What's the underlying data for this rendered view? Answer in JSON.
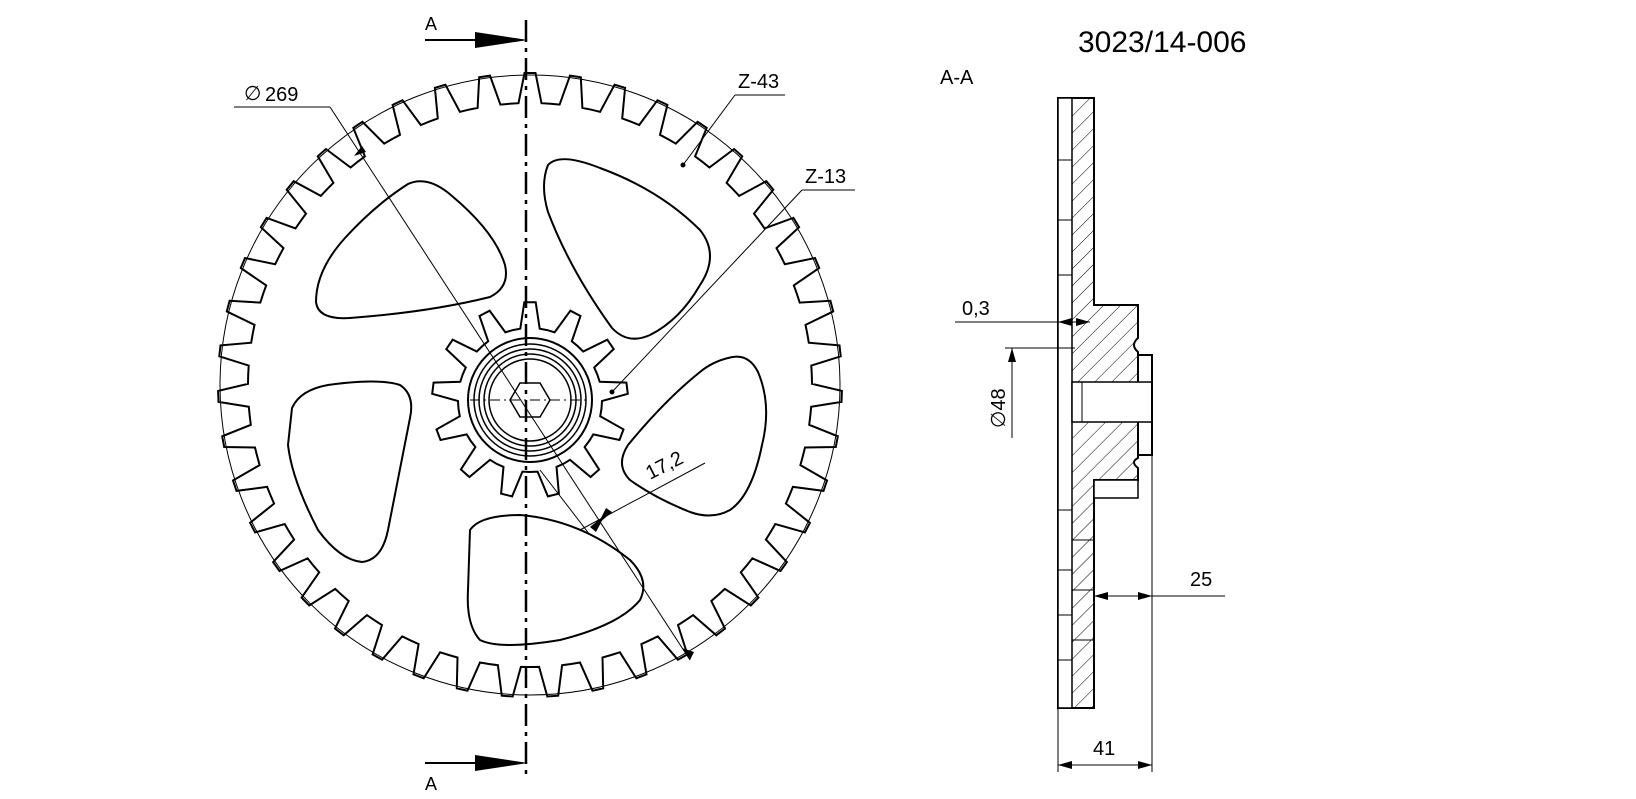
{
  "drawing_number": "3023/14-006",
  "section_marker": "A",
  "section_title": "A-A",
  "gear_large": {
    "teeth_label": "Z-43",
    "teeth": 43,
    "diameter_label": "269",
    "diameter_symbol": "∅"
  },
  "gear_small": {
    "teeth_label": "Z-13",
    "teeth": 13
  },
  "dimensions": {
    "tooth_gap": "17,2",
    "clearance": "0,3",
    "bore_diameter": "48",
    "bore_symbol": "∅",
    "hub_width": "25",
    "total_width": "41"
  },
  "colors": {
    "line": "#000000",
    "background": "#ffffff"
  }
}
